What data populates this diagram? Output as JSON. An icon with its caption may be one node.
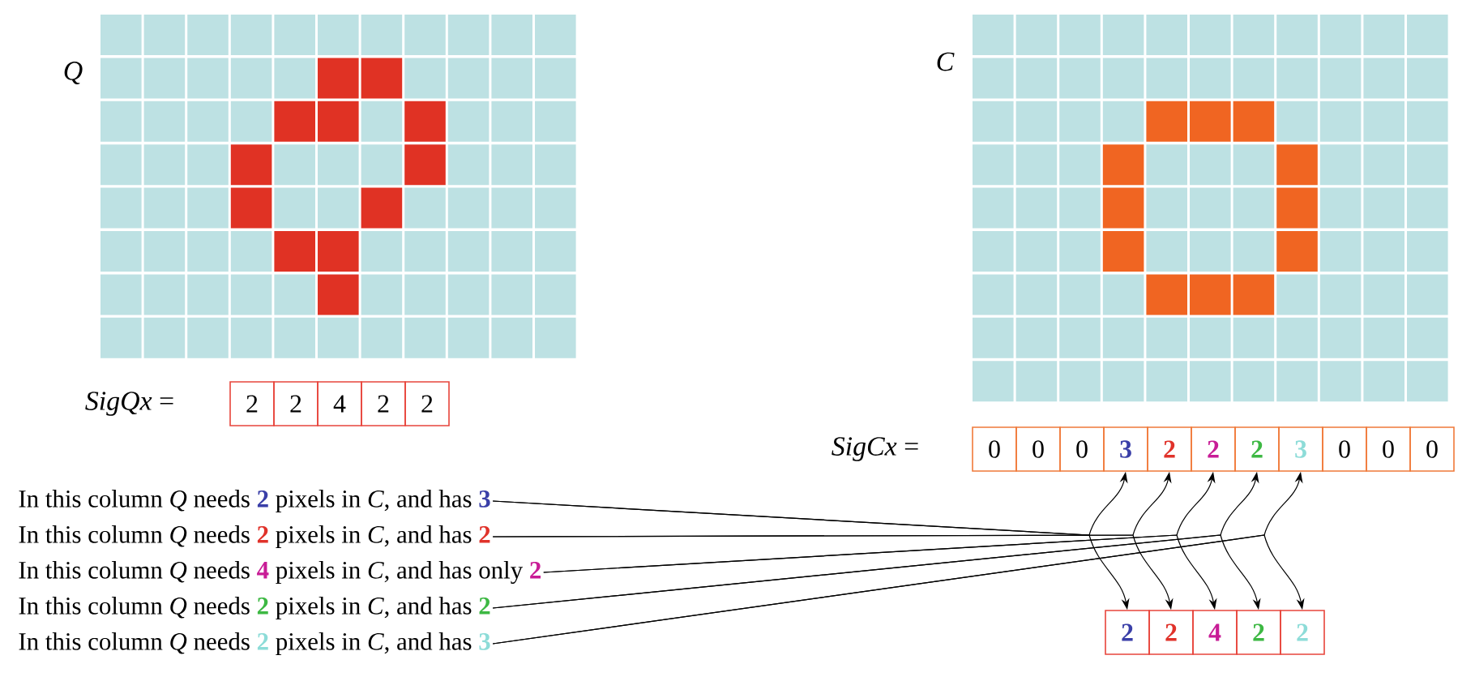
{
  "diagram": {
    "nodes": [
      {
        "text": [
          "2"
        ]
      },
      {
        "text": [
          "2"
        ]
      },
      {
        "text": [
          "4"
        ]
      },
      {
        "text": [
          "2"
        ]
      },
      {
        "text": [
          "2"
        ]
      },
      {
        "text": [
          "0"
        ]
      },
      {
        "text": [
          "0"
        ]
      },
      {
        "text": [
          "0"
        ]
      },
      {
        "text": [
          "3"
        ]
      },
      {
        "text": [
          "2"
        ]
      },
      {
        "text": [
          "2"
        ]
      },
      {
        "text": [
          "2"
        ]
      },
      {
        "text": [
          "3"
        ]
      },
      {
        "text": [
          "0"
        ]
      },
      {
        "text": [
          "0"
        ]
      },
      {
        "text": [
          "0"
        ]
      },
      {
        "text": [
          "In this column *Q* needs **2** pixels in *C*, and has **3**"
        ]
      },
      {
        "text": [
          "In this column *Q* needs **2** pixels in *C*, and has **2**"
        ]
      },
      {
        "text": [
          "In this column *Q* needs **4** pixels in *C*, and has only **2**"
        ]
      },
      {
        "text": [
          "In this column *Q* needs **2** pixels in *C*, and has **2**"
        ]
      },
      {
        "text": [
          "In this column *Q* needs **2** pixels in *C*, and has **3**"
        ]
      },
      {
        "text": [
          "2"
        ]
      },
      {
        "text": [
          "2"
        ]
      },
      {
        "text": [
          "4"
        ]
      },
      {
        "text": [
          "2"
        ]
      },
      {
        "text": [
          "2"
        ]
      }
    ],
    "edges": [
      {
        "from": 16,
        "to": 8,
        "arrow": "to"
      },
      {
        "from": 16,
        "to": 21,
        "arrow": "to"
      },
      {
        "from": 17,
        "to": 9,
        "arrow": "to"
      },
      {
        "from": 17,
        "to": 22,
        "arrow": "to"
      },
      {
        "from": 18,
        "to": 10,
        "arrow": "to"
      },
      {
        "from": 18,
        "to": 23,
        "arrow": "to"
      },
      {
        "from": 19,
        "to": 11,
        "arrow": "to"
      },
      {
        "from": 19,
        "to": 24,
        "arrow": "to"
      },
      {
        "from": 20,
        "to": 12,
        "arrow": "to"
      },
      {
        "from": 20,
        "to": 25,
        "arrow": "to"
      }
    ],
    "labels": [
      "Q",
      "C",
      "*SigQx* =",
      "*SigCx* ="
    ]
  }
}
